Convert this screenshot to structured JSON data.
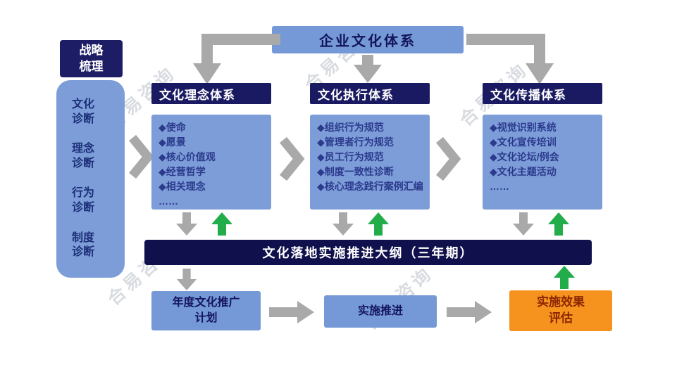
{
  "title": {
    "label": "企业文化体系"
  },
  "strategy": {
    "label": "战略\n梳理"
  },
  "diagnosis": {
    "items": [
      {
        "label": "文化\n诊断"
      },
      {
        "label": "理念\n诊断"
      },
      {
        "label": "行为\n诊断"
      },
      {
        "label": "制度\n诊断"
      }
    ]
  },
  "pillars": [
    {
      "header": "文化理念体系",
      "items": [
        "◆使命",
        "◆愿景",
        "◆核心价值观",
        "◆经营哲学",
        "◆相关理念",
        "……"
      ]
    },
    {
      "header": "文化执行体系",
      "items": [
        "◆组织行为规范",
        "◆管理者行为规范",
        "◆员工行为规范",
        "◆制度一致性诊断",
        "◆核心理念践行案例汇编"
      ]
    },
    {
      "header": "文化传播体系",
      "items": [
        "◆视觉识别系统",
        "◆文化宣传培训",
        "◆文化论坛/例会",
        "◆文化主题活动",
        "……"
      ]
    }
  ],
  "outline": {
    "label": "文化落地实施推进大纲（三年期）"
  },
  "flow": {
    "annual_plan": "年度文化推广\n计划",
    "implementation": "实施推进",
    "evaluation": "实施效果\n评估"
  },
  "watermark": "合易咨询",
  "colors": {
    "node_blue": "#7499d6",
    "panel_blue": "#7d9dd9",
    "header_navy": "#1a1a63",
    "bar_navy": "#10104d",
    "strategy_navy": "#1d1d66",
    "bullet_text": "#2b3a8c",
    "arrow_gray": "#a9a9a9",
    "arrow_green": "#22ac4a",
    "orange": "#f6921e",
    "orange_text": "#8b2500"
  }
}
